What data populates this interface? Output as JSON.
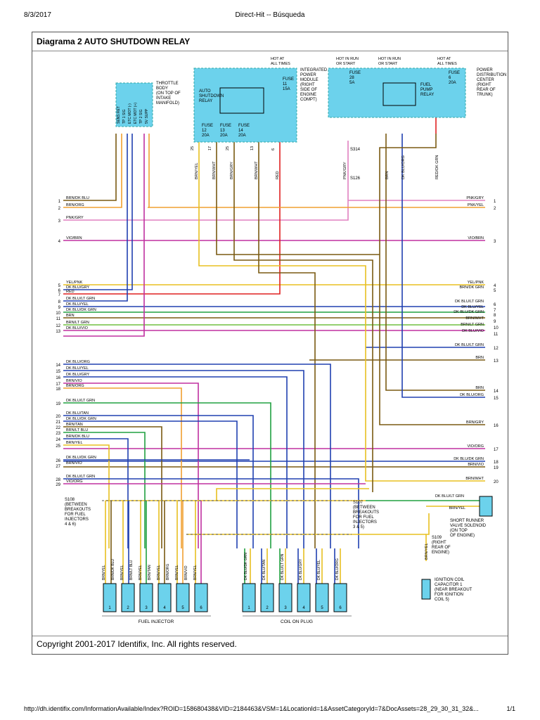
{
  "header": {
    "date": "8/3/2017",
    "title": "Direct-Hit -- Búsqueda"
  },
  "diagram_title": "Diagrama 2 AUTO SHUTDOWN RELAY",
  "copyright": "Copyright 2001-2017 Identifix, Inc. All rights reserved.",
  "footer": {
    "url": "http://dh.identifix.com/InformationAvailable/Index?ROID=158680438&VID=2184463&VSM=1&LocationId=1&AssetCategoryId=7&DocAssets=28_29_30_31_32&...",
    "page": "1/1"
  },
  "modules": {
    "throttle": {
      "name_lines": [
        "THROTTLE",
        "BODY",
        "(ON TOP OF",
        "INTAKE",
        "MANIFOLD)"
      ],
      "pins": [
        "SENS RET",
        "TP 1 SIG",
        "ETC MOT (-)",
        "ETC MOT (+)",
        "TP 2 SIG",
        "5V SUPP"
      ]
    },
    "ipm": {
      "name_lines": [
        "INTEGRATED",
        "POWER",
        "MODULE",
        "(RIGHT",
        "SIDE OF",
        "ENGINE",
        "COMPT)"
      ],
      "hot": [
        "HOT AT",
        "ALL TIMES"
      ],
      "relay": [
        "AUTO",
        "SHUTDOWN",
        "RELAY"
      ],
      "fuse_top": [
        "FUSE",
        "11",
        "15A"
      ],
      "fuses": [
        [
          "FUSE",
          "12",
          "20A"
        ],
        [
          "FUSE",
          "13",
          "20A"
        ],
        [
          "FUSE",
          "14",
          "20A"
        ]
      ]
    },
    "pdc": {
      "name_lines": [
        "POWER",
        "DISTRIBUTION",
        "CENTER",
        "(RIGHT",
        "REAR OF",
        "TRUNK)"
      ],
      "hot_run_1": [
        "HOT IN RUN",
        "OR START"
      ],
      "hot_run_2": [
        "HOT IN RUN",
        "OR START"
      ],
      "hot_all": [
        "HOT AT",
        "ALL TIMES"
      ],
      "relay": [
        "FUEL",
        "PUMP",
        "RELAY"
      ],
      "fuse_a": [
        "FUSE",
        "28",
        "5A"
      ],
      "fuse_b": [
        "FUSE",
        "6",
        "20A"
      ]
    }
  },
  "connector_left": [
    {
      "pin": "1",
      "label": "BRN/DK BLU"
    },
    {
      "pin": "2",
      "label": "BRN/ORG"
    },
    {
      "pin": "3",
      "label": "PNK/GRY"
    },
    {
      "pin": "4",
      "label": "VIO/BRN"
    },
    {
      "pin": "5",
      "label": "YEL/PNK"
    },
    {
      "pin": "6",
      "label": "DK BLU/GRY"
    },
    {
      "pin": "7",
      "label": "RED"
    },
    {
      "pin": "8",
      "label": "DK BLU/LT GRN"
    },
    {
      "pin": "9",
      "label": "DK BLU/YEL"
    },
    {
      "pin": "10",
      "label": "DK BLU/DK GRN"
    },
    {
      "pin": "11",
      "label": "BRN"
    },
    {
      "pin": "12",
      "label": "BRN/LT GRN"
    },
    {
      "pin": "13",
      "label": "DK BLU/VIO"
    },
    {
      "pin": "14",
      "label": "DK BLU/ORG"
    },
    {
      "pin": "15",
      "label": "DK BLU/YEL"
    },
    {
      "pin": "16",
      "label": "DK BLU/GRY"
    },
    {
      "pin": "17",
      "label": "BRN/VIO"
    },
    {
      "pin": "18",
      "label": "BRN/ORG"
    },
    {
      "pin": "19",
      "label": "DK BLU/LT GRN"
    },
    {
      "pin": "20",
      "label": "DK BLU/TAN"
    },
    {
      "pin": "21",
      "label": "DK BLU/DK GRN"
    },
    {
      "pin": "22",
      "label": "BRN/TAN"
    },
    {
      "pin": "23",
      "label": "BRN/LT BLU"
    },
    {
      "pin": "24",
      "label": "BRN/DK BLU"
    },
    {
      "pin": "25",
      "label": "BRN/YEL"
    },
    {
      "pin": "26",
      "label": "DK BLU/DK GRN"
    },
    {
      "pin": "27",
      "label": "BRN/VIO"
    },
    {
      "pin": "28",
      "label": "DK BLU/LT GRN"
    },
    {
      "pin": "29",
      "label": "VIO/ORG"
    }
  ],
  "connector_right": [
    {
      "pin": "1",
      "label": "PNK/GRY"
    },
    {
      "pin": "2",
      "label": "PNK/YEL"
    },
    {
      "pin": "3",
      "label": "VIO/BRN"
    },
    {
      "pin": "4",
      "label": "YEL/PNK"
    },
    {
      "pin": "5",
      "label": "BRN/DK GRN"
    },
    {
      "pin": "6",
      "label": "DK BLU/LT GRN"
    },
    {
      "pin": "7",
      "label": "DK BLU/YEL"
    },
    {
      "pin": "8",
      "label": "DK BLU/DK GRN"
    },
    {
      "pin": "9",
      "label": "BRN/WHT"
    },
    {
      "pin": "10",
      "label": "BRN/LT GRN"
    },
    {
      "pin": "11",
      "label": "DK BLU/VIO"
    },
    {
      "pin": "12",
      "label": "DK BLU/LT GRN"
    },
    {
      "pin": "13",
      "label": "BRN"
    },
    {
      "pin": "14",
      "label": "BRN"
    },
    {
      "pin": "15",
      "label": "DK BLU/ORG"
    },
    {
      "pin": "16",
      "label": "BRN/GRY"
    },
    {
      "pin": "17",
      "label": "VIO/ORG"
    },
    {
      "pin": "18",
      "label": "DK BLU/DK GRN"
    },
    {
      "pin": "19",
      "label": "BRN/VIO"
    },
    {
      "pin": "20",
      "label": "BRN/WHT"
    }
  ],
  "vertical_wires": [
    {
      "label": "BRN/YEL",
      "pin": "25"
    },
    {
      "label": "BRN/WHT",
      "pin": "17"
    },
    {
      "label": "BRN/GRY",
      "pin": "25"
    },
    {
      "label": "BRN/WHT",
      "pin": "13"
    },
    {
      "label": "RED",
      "pin": "6"
    },
    {
      "label": "PNK/GRY",
      "pin": ""
    },
    {
      "label": "BRN",
      "pin": ""
    },
    {
      "label": "DK BLU/ORG",
      "pin": ""
    },
    {
      "label": "RED/DK GRN",
      "pin": ""
    }
  ],
  "splices": {
    "s314": "S314",
    "s126": "S126",
    "s108": [
      "S108",
      "(BETWEEN",
      "BREAKOUTS",
      "FOR FUEL",
      "INJECTORS",
      "4 & 6)"
    ],
    "s107": [
      "S107",
      "(BETWEEN",
      "BREAKOUTS",
      "FOR FUEL",
      "INJECTORS",
      "3 & 5)"
    ],
    "s109": [
      "S109",
      "(RIGHT",
      "REAR OF",
      "ENGINE)"
    ]
  },
  "solenoid": {
    "wire_1": "DK BLU/LT GRN",
    "wire_2": "BRN/YEL",
    "name_lines": [
      "SHORT RUNNER",
      "VALVE SOLENOID",
      "(ON TOP",
      "OF ENGINE)"
    ]
  },
  "ignition_coil_cap": {
    "name_lines": [
      "IGNITION COIL",
      "CAPACITOR 1",
      "(NEAR BREAKOUT",
      "FOR IGNITION",
      "COIL 5)"
    ],
    "wire": "BRN/YEL"
  },
  "fuel_injectors": {
    "label": "FUEL INJECTOR",
    "wires": [
      "BRN/YEL",
      "BRN/DK BLU",
      "BRN/YEL",
      "BRN/LT BLU",
      "BRN/YEL",
      "BRN/TAN",
      "BRN/YEL",
      "BRN/ORG",
      "BRN/YEL",
      "BRN/VIO",
      "BRN/YEL"
    ]
  },
  "coil_on_plug": {
    "label": "COIL ON PLUG",
    "wires": [
      "DK BLU/DK GRN",
      "DK BLU/TAN",
      "DK BLU/LT GRN",
      "DK BLU/GRY",
      "DK BLU/YEL",
      "DK BLU/ORG"
    ]
  },
  "colors": {
    "red": "#e02020",
    "brown": "#7a5a12",
    "yellow": "#e8c020",
    "orange": "#f0a030",
    "pink": "#e080c0",
    "violet": "#c030a0",
    "blue": "#2040b0",
    "green": "#20a040",
    "cyan_box": "#6cd2ec",
    "lightgreen": "#70c040"
  }
}
